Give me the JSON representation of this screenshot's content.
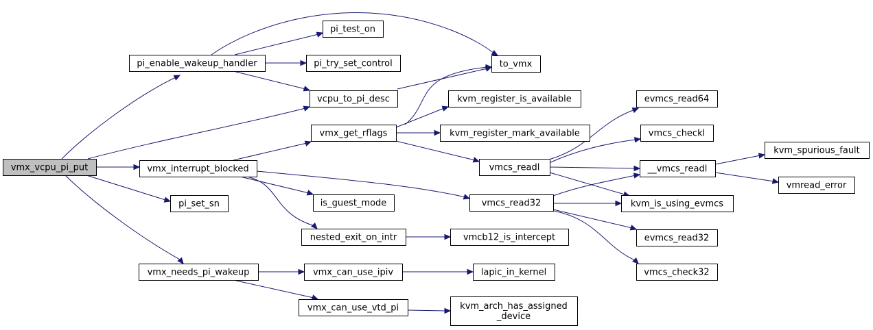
{
  "graph": {
    "type": "call-graph",
    "nodes": [
      {
        "id": "vmx_vcpu_pi_put",
        "lines": [
          "vmx_vcpu_pi_put"
        ],
        "root": true
      },
      {
        "id": "pi_enable_wakeup_handler",
        "lines": [
          "pi_enable_wakeup_handler"
        ]
      },
      {
        "id": "vcpu_to_pi_desc",
        "lines": [
          "vcpu_to_pi_desc"
        ]
      },
      {
        "id": "vmx_interrupt_blocked",
        "lines": [
          "vmx_interrupt_blocked"
        ]
      },
      {
        "id": "pi_set_sn",
        "lines": [
          "pi_set_sn"
        ]
      },
      {
        "id": "vmx_needs_pi_wakeup",
        "lines": [
          "vmx_needs_pi_wakeup"
        ]
      },
      {
        "id": "pi_test_on",
        "lines": [
          "pi_test_on"
        ]
      },
      {
        "id": "pi_try_set_control",
        "lines": [
          "pi_try_set_control"
        ]
      },
      {
        "id": "to_vmx",
        "lines": [
          "to_vmx"
        ]
      },
      {
        "id": "vmx_get_rflags",
        "lines": [
          "vmx_get_rflags"
        ]
      },
      {
        "id": "is_guest_mode",
        "lines": [
          "is_guest_mode"
        ]
      },
      {
        "id": "nested_exit_on_intr",
        "lines": [
          "nested_exit_on_intr"
        ]
      },
      {
        "id": "vmcs_read32",
        "lines": [
          "vmcs_read32"
        ]
      },
      {
        "id": "vmx_can_use_ipiv",
        "lines": [
          "vmx_can_use_ipiv"
        ]
      },
      {
        "id": "vmx_can_use_vtd_pi",
        "lines": [
          "vmx_can_use_vtd_pi"
        ]
      },
      {
        "id": "kvm_register_is_available",
        "lines": [
          "kvm_register_is_available"
        ]
      },
      {
        "id": "kvm_register_mark_available",
        "lines": [
          "kvm_register_mark_available"
        ]
      },
      {
        "id": "vmcs_readl",
        "lines": [
          "vmcs_readl"
        ]
      },
      {
        "id": "vmcb12_is_intercept",
        "lines": [
          "vmcb12_is_intercept"
        ]
      },
      {
        "id": "lapic_in_kernel",
        "lines": [
          "lapic_in_kernel"
        ]
      },
      {
        "id": "kvm_arch_has_assigned_device",
        "lines": [
          "kvm_arch_has_assigned",
          "_device"
        ]
      },
      {
        "id": "evmcs_read64",
        "lines": [
          "evmcs_read64"
        ]
      },
      {
        "id": "vmcs_checkl",
        "lines": [
          "vmcs_checkl"
        ]
      },
      {
        "id": "__vmcs_readl",
        "lines": [
          "__vmcs_readl"
        ]
      },
      {
        "id": "kvm_is_using_evmcs",
        "lines": [
          "kvm_is_using_evmcs"
        ]
      },
      {
        "id": "evmcs_read32",
        "lines": [
          "evmcs_read32"
        ]
      },
      {
        "id": "vmcs_check32",
        "lines": [
          "vmcs_check32"
        ]
      },
      {
        "id": "kvm_spurious_fault",
        "lines": [
          "kvm_spurious_fault"
        ]
      },
      {
        "id": "vmread_error",
        "lines": [
          "vmread_error"
        ]
      }
    ],
    "edges": [
      {
        "from": "vmx_vcpu_pi_put",
        "to": "pi_enable_wakeup_handler"
      },
      {
        "from": "vmx_vcpu_pi_put",
        "to": "vcpu_to_pi_desc"
      },
      {
        "from": "vmx_vcpu_pi_put",
        "to": "vmx_interrupt_blocked"
      },
      {
        "from": "vmx_vcpu_pi_put",
        "to": "pi_set_sn"
      },
      {
        "from": "vmx_vcpu_pi_put",
        "to": "vmx_needs_pi_wakeup"
      },
      {
        "from": "pi_enable_wakeup_handler",
        "to": "pi_test_on"
      },
      {
        "from": "pi_enable_wakeup_handler",
        "to": "pi_try_set_control"
      },
      {
        "from": "pi_enable_wakeup_handler",
        "to": "to_vmx"
      },
      {
        "from": "pi_enable_wakeup_handler",
        "to": "vcpu_to_pi_desc"
      },
      {
        "from": "vcpu_to_pi_desc",
        "to": "to_vmx"
      },
      {
        "from": "vmx_interrupt_blocked",
        "to": "vmx_get_rflags"
      },
      {
        "from": "vmx_interrupt_blocked",
        "to": "is_guest_mode"
      },
      {
        "from": "vmx_interrupt_blocked",
        "to": "nested_exit_on_intr"
      },
      {
        "from": "vmx_interrupt_blocked",
        "to": "vmcs_read32"
      },
      {
        "from": "vmx_get_rflags",
        "to": "to_vmx"
      },
      {
        "from": "vmx_get_rflags",
        "to": "kvm_register_is_available"
      },
      {
        "from": "vmx_get_rflags",
        "to": "kvm_register_mark_available"
      },
      {
        "from": "vmx_get_rflags",
        "to": "vmcs_readl"
      },
      {
        "from": "nested_exit_on_intr",
        "to": "vmcb12_is_intercept"
      },
      {
        "from": "vmx_needs_pi_wakeup",
        "to": "vmx_can_use_ipiv"
      },
      {
        "from": "vmx_needs_pi_wakeup",
        "to": "vmx_can_use_vtd_pi"
      },
      {
        "from": "vmx_can_use_ipiv",
        "to": "lapic_in_kernel"
      },
      {
        "from": "vmx_can_use_vtd_pi",
        "to": "kvm_arch_has_assigned_device"
      },
      {
        "from": "vmcs_readl",
        "to": "evmcs_read64"
      },
      {
        "from": "vmcs_readl",
        "to": "vmcs_checkl"
      },
      {
        "from": "vmcs_readl",
        "to": "__vmcs_readl"
      },
      {
        "from": "vmcs_readl",
        "to": "kvm_is_using_evmcs"
      },
      {
        "from": "vmcs_read32",
        "to": "__vmcs_readl"
      },
      {
        "from": "vmcs_read32",
        "to": "kvm_is_using_evmcs"
      },
      {
        "from": "vmcs_read32",
        "to": "evmcs_read32"
      },
      {
        "from": "vmcs_read32",
        "to": "vmcs_check32"
      },
      {
        "from": "__vmcs_readl",
        "to": "kvm_spurious_fault"
      },
      {
        "from": "__vmcs_readl",
        "to": "vmread_error"
      }
    ],
    "colors": {
      "edge": "#191970",
      "root_fill": "#bfbfbf",
      "node_fill": "#ffffff",
      "border": "#000000"
    }
  }
}
